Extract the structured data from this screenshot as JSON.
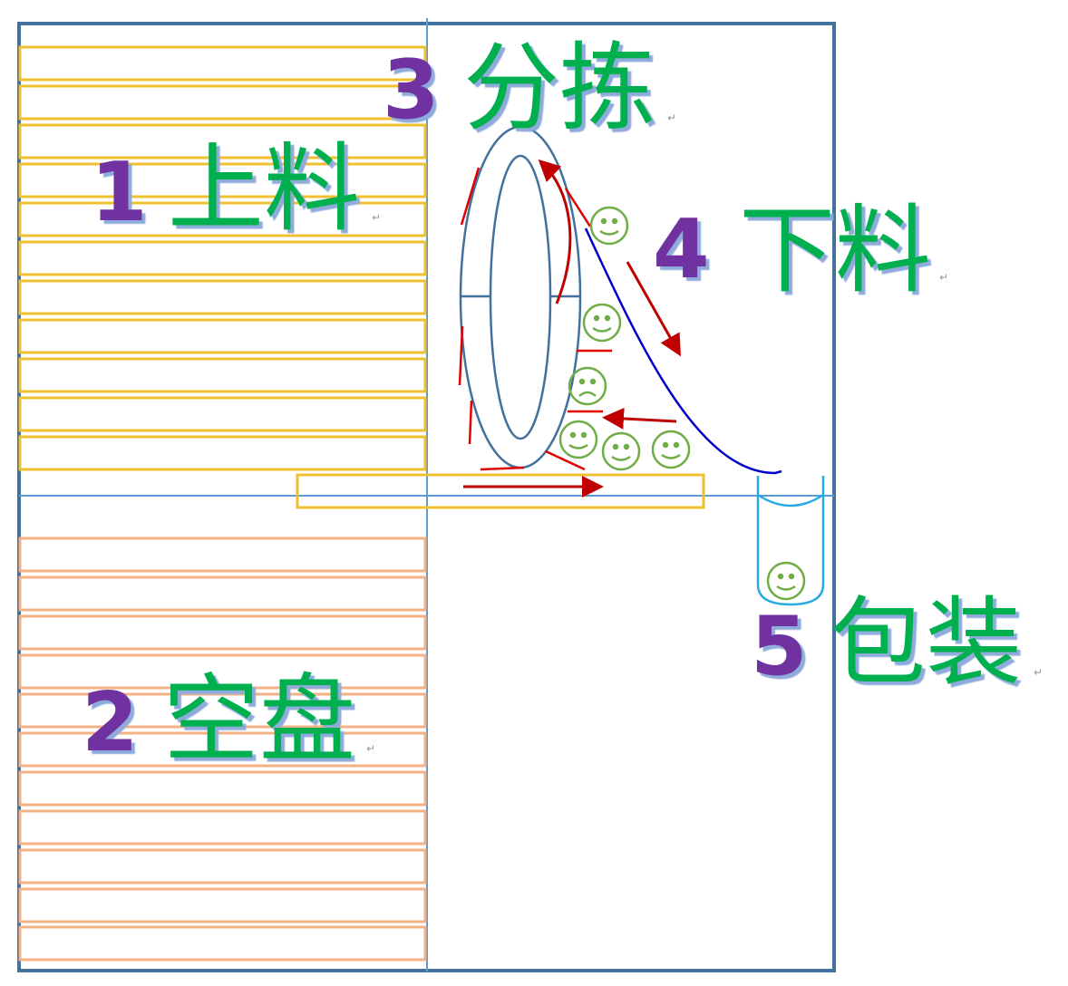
{
  "stations": [
    {
      "number": "1",
      "label": "上料"
    },
    {
      "number": "2",
      "label": "空盘"
    },
    {
      "number": "3",
      "label": "分拣"
    },
    {
      "number": "4",
      "label": "下料"
    },
    {
      "number": "5",
      "label": "包装"
    }
  ],
  "paragraph_mark": "↵",
  "colors": {
    "frame": "#41719c",
    "divider": "#5b9bd5",
    "feed_trays": "#f0c030",
    "empty_trays": "#f4b183",
    "number": "#7030a0",
    "label": "#00b050",
    "arrow": "#c00000",
    "smiley": "#70ad47",
    "chute": "#0000cc",
    "cup": "#29abe2"
  }
}
